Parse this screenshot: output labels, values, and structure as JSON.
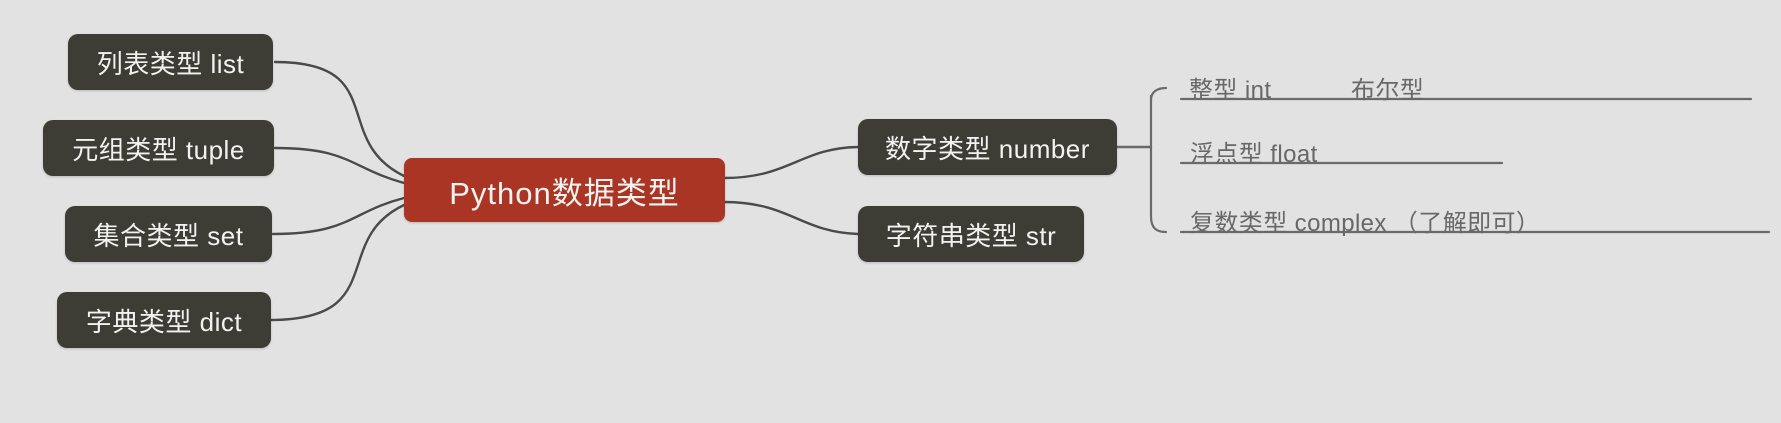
{
  "diagram": {
    "type": "mind-map",
    "title": "Python数据类型",
    "background_color": "#e2e2e2",
    "root": {
      "label": "Python数据类型",
      "color": "#ab3524",
      "text_color": "#ffffff"
    },
    "node_color": "#3d3d36",
    "node_text_color": "#f2f2f0",
    "connector_color": "#4a4a4a",
    "subtext_color": "#686868",
    "left_branches": [
      {
        "label": "列表类型 list"
      },
      {
        "label": "元组类型 tuple"
      },
      {
        "label": "集合类型 set"
      },
      {
        "label": "字典类型 dict"
      }
    ],
    "right_branches": [
      {
        "label": "数字类型 number",
        "children": [
          {
            "label": "整型 int"
          },
          {
            "label": "布尔型"
          },
          {
            "label": "浮点型 float"
          },
          {
            "label": "复数类型 complex （了解即可）"
          }
        ]
      },
      {
        "label": "字符串类型 str",
        "children": []
      }
    ]
  }
}
